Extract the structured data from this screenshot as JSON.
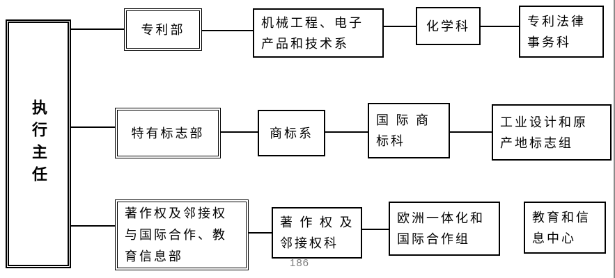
{
  "chart": {
    "executive": {
      "label": "执行主任"
    },
    "row1": {
      "patent_dept": {
        "label": "专利部"
      },
      "mech_eng": {
        "label": "机械工程、电子\n产品和技术系"
      },
      "chemistry": {
        "label": "化学科"
      },
      "patent_legal": {
        "label": "专利法律\n事务科"
      }
    },
    "row2": {
      "distinctive_signs_dept": {
        "label": "特有标志部"
      },
      "trademark_section": {
        "label": "商标系"
      },
      "intl_trademark": {
        "label": "国 际 商\n标科"
      },
      "industrial_design": {
        "label": "工业设计和原\n产地标志组"
      }
    },
    "row3": {
      "copyright_dept": {
        "label": "著作权及邻接权\n与国际合作、教\n育信息部"
      },
      "copyright_section": {
        "label": "著 作 权 及\n邻接权科"
      },
      "european_integration": {
        "label": "欧洲一体化和\n国际合作组"
      },
      "education_center": {
        "label": "教育和信\n息中心"
      }
    }
  },
  "footer": {
    "page_number": "186"
  }
}
